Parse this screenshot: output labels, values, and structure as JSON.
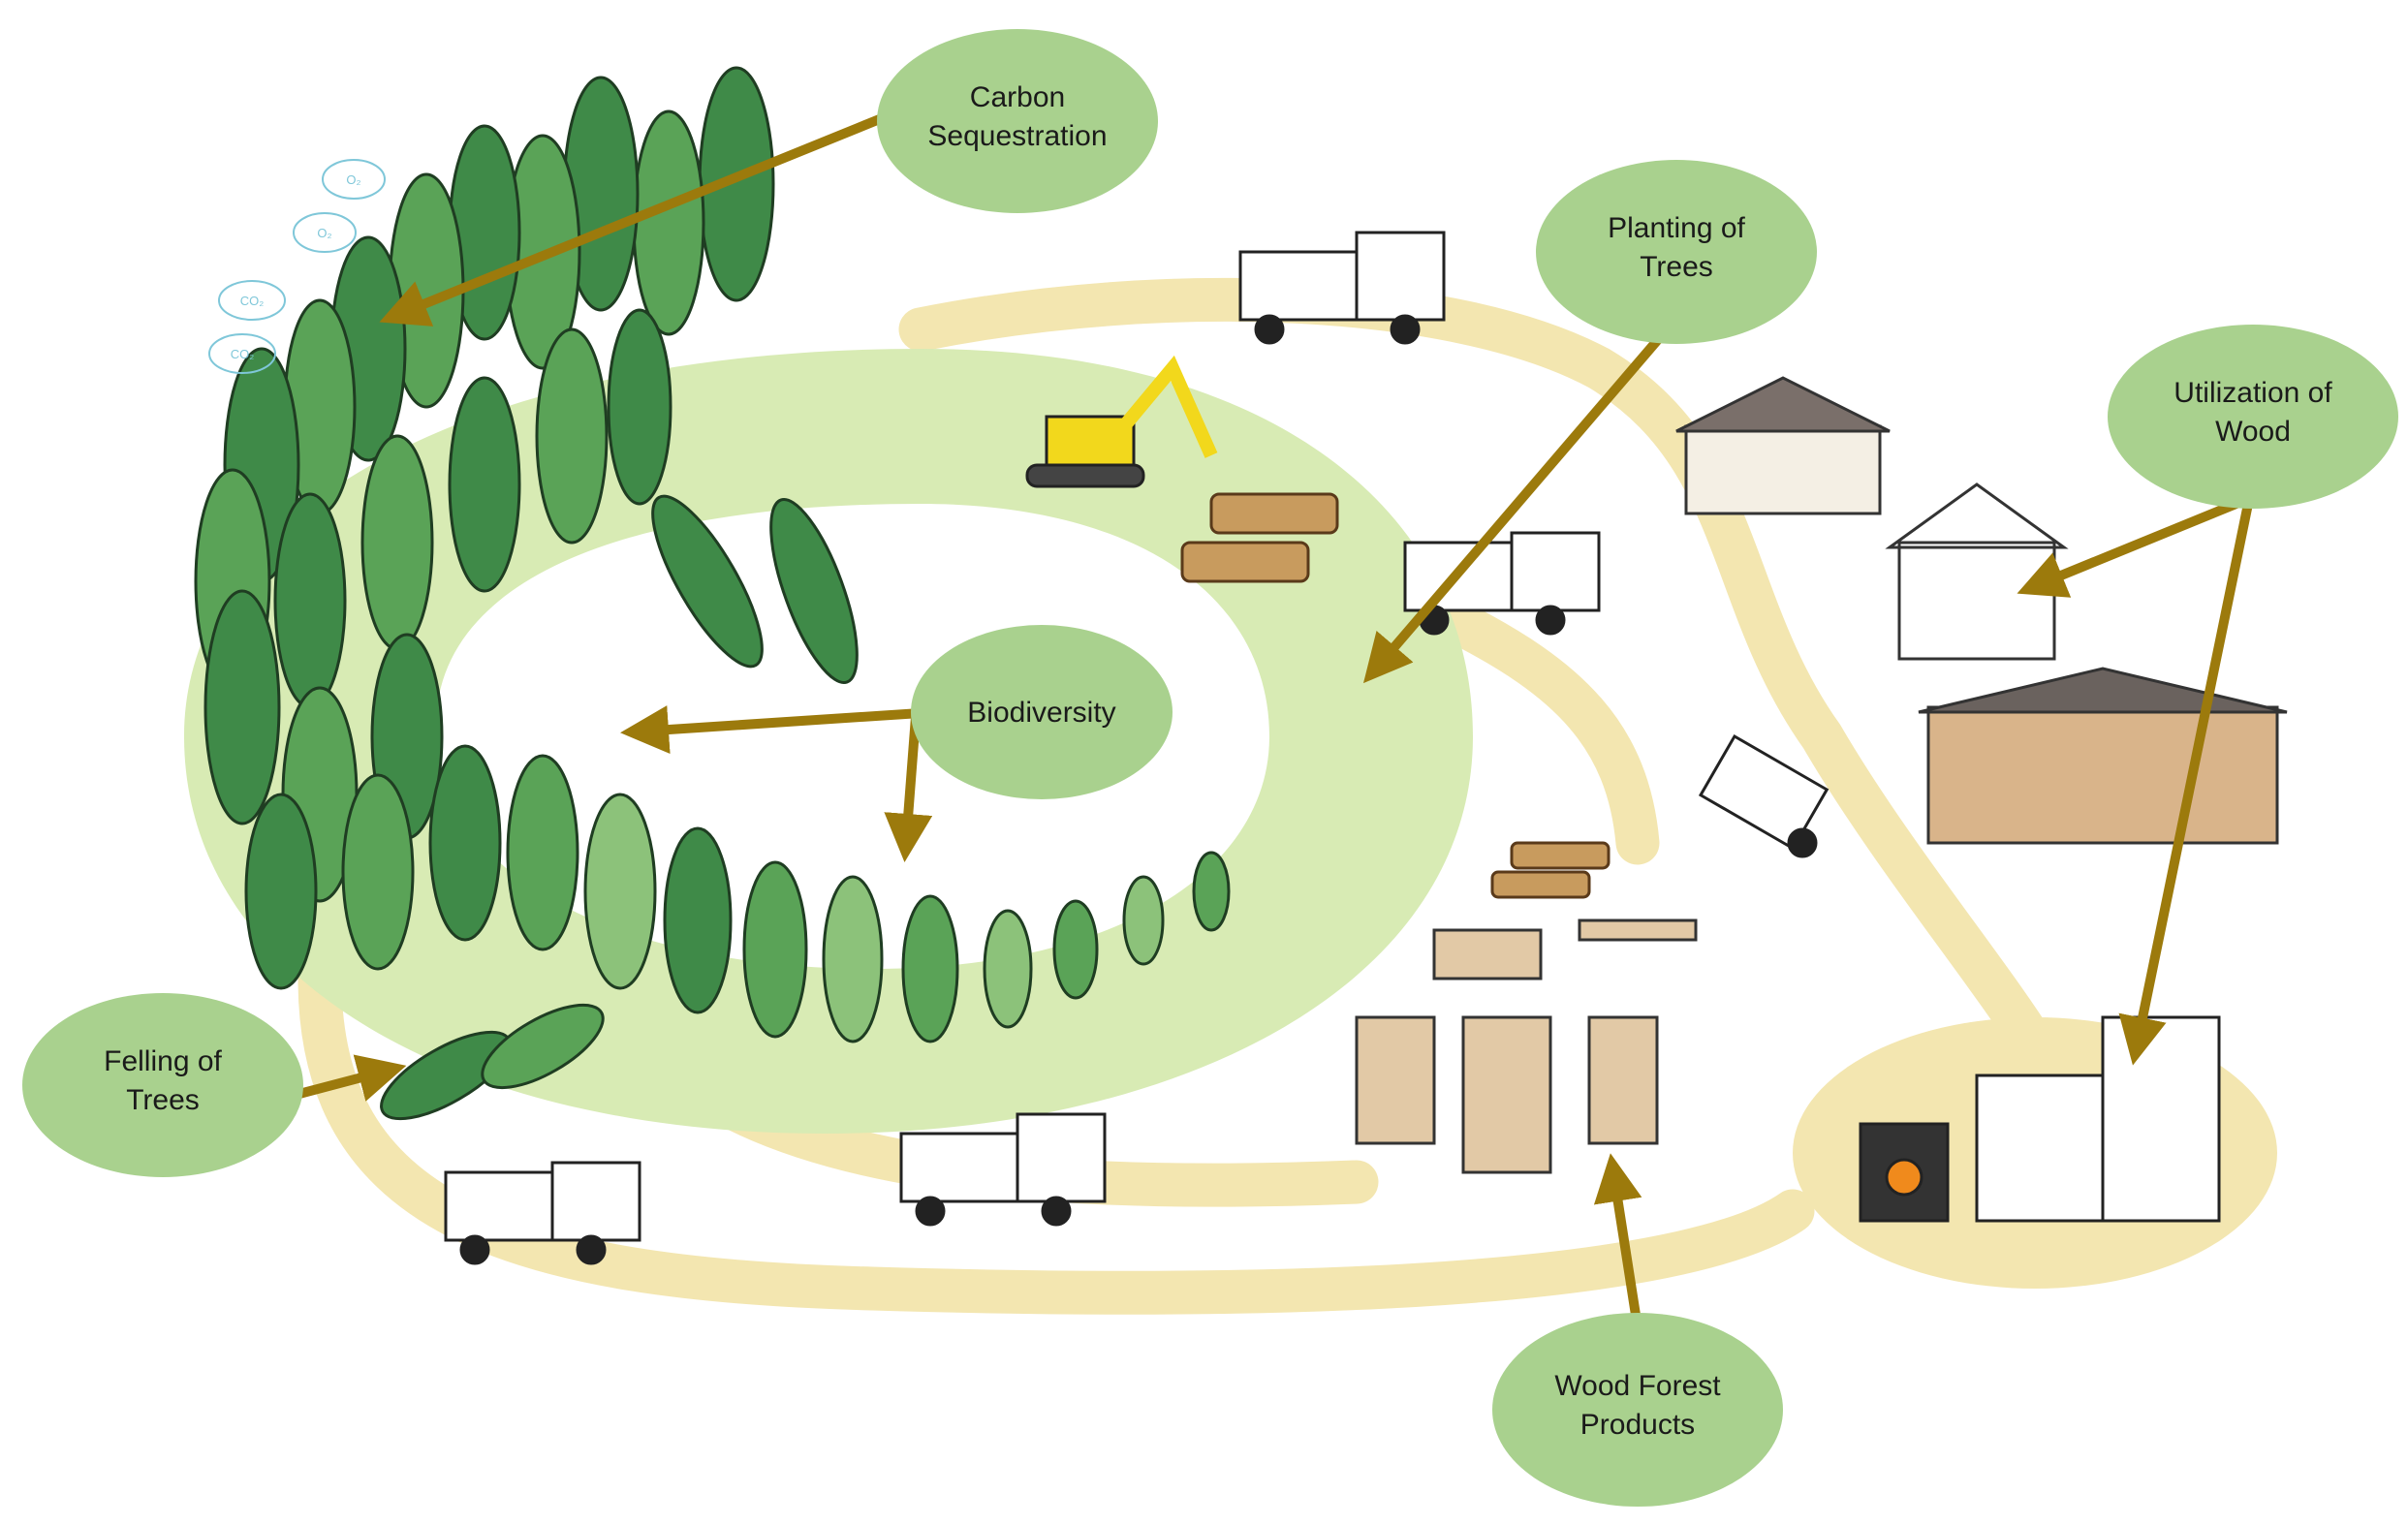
{
  "labels": {
    "carbon_line1": "Carbon",
    "carbon_line2": "Sequestration",
    "planting_line1": "Planting of",
    "planting_line2": "Trees",
    "utilization_line1": "Utilization of",
    "utilization_line2": "Wood",
    "biodiversity": "Biodiversity",
    "felling_line1": "Felling of",
    "felling_line2": "Trees",
    "products_line1": "Wood Forest",
    "products_line2": "Products"
  },
  "gas_bubbles": [
    "O₂",
    "O₂",
    "CO₂",
    "CO₂"
  ],
  "colors": {
    "bubble": "#a9d18e",
    "arrow": "#9c7a0c",
    "path": "#f3e6b0",
    "field": "#d8ebb4",
    "tree_dark": "#3f8a48",
    "tree_mid": "#5aa357",
    "tree_light": "#8cc27a"
  }
}
